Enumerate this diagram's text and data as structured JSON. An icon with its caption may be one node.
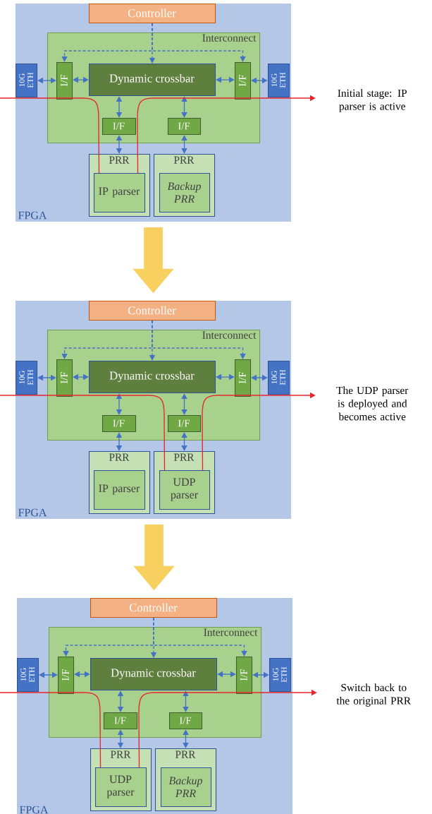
{
  "diagram": {
    "nodes": [
      {
        "text": [
          "FPGA"
        ]
      },
      {
        "text": [
          "Controller"
        ],
        "in": 0
      },
      {
        "text": [
          "Interconnect"
        ],
        "in": 0
      },
      {
        "text": [
          "Dynamic crossbar"
        ],
        "in": 2
      },
      {
        "text": [
          "I/F"
        ],
        "in": 2
      },
      {
        "text": [
          "I/F"
        ],
        "in": 2
      },
      {
        "text": [
          "I/F"
        ],
        "in": 2
      },
      {
        "text": [
          "I/F"
        ],
        "in": 2
      },
      {
        "text": [
          "10G ETH"
        ],
        "in": 0
      },
      {
        "text": [
          "10G ETH"
        ],
        "in": 0
      },
      {
        "text": [
          "PRR"
        ],
        "in": 0
      },
      {
        "text": [
          "IP parser"
        ],
        "in": 10
      },
      {
        "text": [
          "PRR"
        ],
        "in": 0
      },
      {
        "text": [
          "Backup PRR"
        ],
        "in": 12
      },
      {
        "text": [
          "Initial stage: IP parser is active"
        ]
      },
      {
        "text": [
          "FPGA"
        ]
      },
      {
        "text": [
          "Controller"
        ],
        "in": 15
      },
      {
        "text": [
          "Interconnect"
        ],
        "in": 15
      },
      {
        "text": [
          "Dynamic crossbar"
        ],
        "in": 17
      },
      {
        "text": [
          "I/F"
        ],
        "in": 17
      },
      {
        "text": [
          "I/F"
        ],
        "in": 17
      },
      {
        "text": [
          "I/F"
        ],
        "in": 17
      },
      {
        "text": [
          "I/F"
        ],
        "in": 17
      },
      {
        "text": [
          "10G ETH"
        ],
        "in": 15
      },
      {
        "text": [
          "10G ETH"
        ],
        "in": 15
      },
      {
        "text": [
          "PRR"
        ],
        "in": 15
      },
      {
        "text": [
          "IP parser"
        ],
        "in": 25
      },
      {
        "text": [
          "PRR"
        ],
        "in": 15
      },
      {
        "text": [
          "UDP parser"
        ],
        "in": 27
      },
      {
        "text": [
          "The UDP parser is deployed and becomes active"
        ]
      },
      {
        "text": [
          "FPGA"
        ]
      },
      {
        "text": [
          "Controller"
        ],
        "in": 30
      },
      {
        "text": [
          "Interconnect"
        ],
        "in": 30
      },
      {
        "text": [
          "Dynamic crossbar"
        ],
        "in": 32
      },
      {
        "text": [
          "I/F"
        ],
        "in": 32
      },
      {
        "text": [
          "I/F"
        ],
        "in": 32
      },
      {
        "text": [
          "I/F"
        ],
        "in": 32
      },
      {
        "text": [
          "I/F"
        ],
        "in": 32
      },
      {
        "text": [
          "10G ETH"
        ],
        "in": 30
      },
      {
        "text": [
          "10G ETH"
        ],
        "in": 30
      },
      {
        "text": [
          "PRR"
        ],
        "in": 30
      },
      {
        "text": [
          "UDP parser"
        ],
        "in": 40
      },
      {
        "text": [
          "PRR"
        ],
        "in": 30
      },
      {
        "text": [
          "Backup PRR"
        ],
        "in": 42
      },
      {
        "text": [
          "Switch back to the original PRR"
        ]
      }
    ],
    "edges": [
      {
        "from": 1,
        "to": 3,
        "arrow": "to",
        "style": "dashed"
      },
      {
        "from": 1,
        "to": 4,
        "arrow": "to",
        "style": "dashed"
      },
      {
        "from": 1,
        "to": 5,
        "arrow": "to",
        "style": "dashed"
      },
      {
        "from": 8,
        "to": 4,
        "arrow": "both"
      },
      {
        "from": 4,
        "to": 3,
        "arrow": "both"
      },
      {
        "from": 3,
        "to": 5,
        "arrow": "both"
      },
      {
        "from": 5,
        "to": 9,
        "arrow": "both"
      },
      {
        "from": 3,
        "to": 6,
        "arrow": "both"
      },
      {
        "from": 3,
        "to": 7,
        "arrow": "both"
      },
      {
        "from": 6,
        "to": 10,
        "arrow": "both"
      },
      {
        "from": 7,
        "to": 12,
        "arrow": "both"
      },
      {
        "from": null,
        "to": 11,
        "arrow": "none",
        "color": "#e8262a"
      },
      {
        "from": 11,
        "to": 14,
        "arrow": "to",
        "color": "#e8262a"
      },
      {
        "from": 16,
        "to": 18,
        "arrow": "to",
        "style": "dashed"
      },
      {
        "from": 16,
        "to": 19,
        "arrow": "to",
        "style": "dashed"
      },
      {
        "from": 16,
        "to": 20,
        "arrow": "to",
        "style": "dashed"
      },
      {
        "from": 23,
        "to": 19,
        "arrow": "both"
      },
      {
        "from": 19,
        "to": 18,
        "arrow": "both"
      },
      {
        "from": 18,
        "to": 20,
        "arrow": "both"
      },
      {
        "from": 20,
        "to": 24,
        "arrow": "both"
      },
      {
        "from": 18,
        "to": 21,
        "arrow": "both"
      },
      {
        "from": 18,
        "to": 22,
        "arrow": "both"
      },
      {
        "from": 21,
        "to": 25,
        "arrow": "both"
      },
      {
        "from": 22,
        "to": 27,
        "arrow": "both"
      },
      {
        "from": null,
        "to": 28,
        "arrow": "none",
        "color": "#e8262a"
      },
      {
        "from": 28,
        "to": 29,
        "arrow": "to",
        "color": "#e8262a"
      },
      {
        "from": 31,
        "to": 33,
        "arrow": "to",
        "style": "dashed"
      },
      {
        "from": 31,
        "to": 34,
        "arrow": "to",
        "style": "dashed"
      },
      {
        "from": 31,
        "to": 35,
        "arrow": "to",
        "style": "dashed"
      },
      {
        "from": 38,
        "to": 34,
        "arrow": "both"
      },
      {
        "from": 34,
        "to": 33,
        "arrow": "both"
      },
      {
        "from": 33,
        "to": 35,
        "arrow": "both"
      },
      {
        "from": 35,
        "to": 39,
        "arrow": "both"
      },
      {
        "from": 33,
        "to": 36,
        "arrow": "both"
      },
      {
        "from": 33,
        "to": 37,
        "arrow": "both"
      },
      {
        "from": 36,
        "to": 40,
        "arrow": "both"
      },
      {
        "from": 37,
        "to": 42,
        "arrow": "both"
      },
      {
        "from": null,
        "to": 41,
        "arrow": "none",
        "color": "#e8262a"
      },
      {
        "from": 41,
        "to": 44,
        "arrow": "to",
        "color": "#e8262a"
      },
      {
        "from": 0,
        "to": 15,
        "arrow": "to",
        "style": "thick",
        "color": "#f7d060"
      },
      {
        "from": 15,
        "to": 30,
        "arrow": "to",
        "style": "thick",
        "color": "#f7d060"
      }
    ]
  }
}
